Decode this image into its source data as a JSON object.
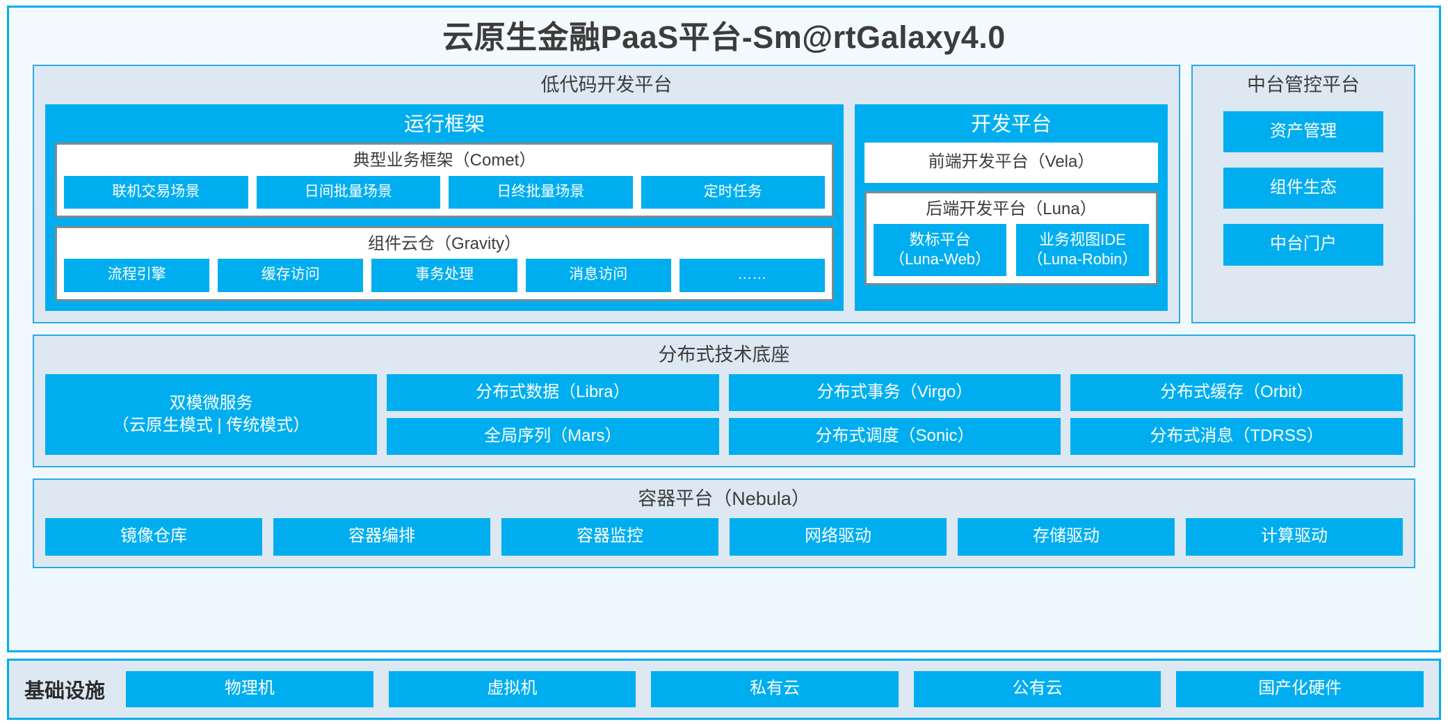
{
  "title": "云原生金融PaaS平台-Sm@rtGalaxy4.0",
  "colors": {
    "accent": "#00AEEF",
    "panel_border": "#29ABE2",
    "panel_bg": "#dde8f3",
    "group_border": "#7f8c8d",
    "text": "#3c3c3c"
  },
  "lowcode": {
    "title": "低代码开发平台",
    "runtime": {
      "title": "运行框架",
      "comet": {
        "title": "典型业务框架（Comet）",
        "items": [
          "联机交易场景",
          "日间批量场景",
          "日终批量场景",
          "定时任务"
        ]
      },
      "gravity": {
        "title": "组件云仓（Gravity）",
        "items": [
          "流程引擎",
          "缓存访问",
          "事务处理",
          "消息访问",
          "……"
        ]
      }
    },
    "devplatform": {
      "title": "开发平台",
      "frontend": "前端开发平台（Vela）",
      "backend": {
        "title": "后端开发平台（Luna）",
        "items": [
          {
            "name": "数标平台",
            "code": "（Luna-Web）"
          },
          {
            "name": "业务视图IDE",
            "code": "（Luna-Robin）"
          }
        ]
      }
    }
  },
  "midplatform": {
    "title": "中台管控平台",
    "items": [
      "资产管理",
      "组件生态",
      "中台门户"
    ]
  },
  "distributed": {
    "title": "分布式技术底座",
    "dual_mode": {
      "line1": "双模微服务",
      "line2": "（云原生模式 | 传统模式）"
    },
    "columns": [
      [
        "分布式数据（Libra）",
        "全局序列（Mars）"
      ],
      [
        "分布式事务（Virgo）",
        "分布式调度（Sonic）"
      ],
      [
        "分布式缓存（Orbit）",
        "分布式消息（TDRSS）"
      ]
    ]
  },
  "container": {
    "title": "容器平台（Nebula）",
    "items": [
      "镜像仓库",
      "容器编排",
      "容器监控",
      "网络驱动",
      "存储驱动",
      "计算驱动"
    ]
  },
  "infrastructure": {
    "label": "基础设施",
    "items": [
      "物理机",
      "虚拟机",
      "私有云",
      "公有云",
      "国产化硬件"
    ]
  }
}
